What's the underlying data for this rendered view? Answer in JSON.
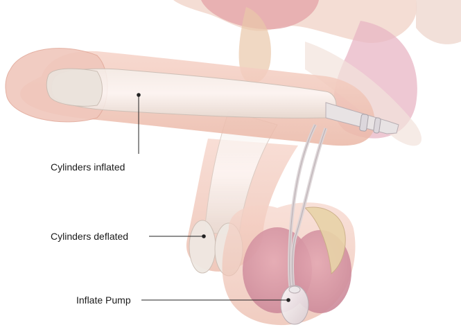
{
  "labels": {
    "cylinders_inflated": "Cylinders inflated",
    "cylinders_deflated": "Cylinders deflated",
    "inflate_pump": "Inflate Pump"
  }
}
